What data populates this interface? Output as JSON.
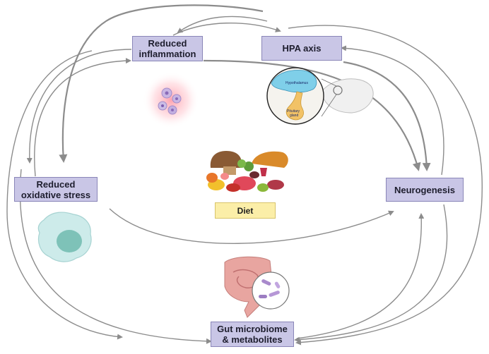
{
  "nodes": {
    "reduced_inflammation": "Reduced\ninflammation",
    "hpa_axis": "HPA axis",
    "reduced_oxidative_stress": "Reduced\noxidative stress",
    "neurogenesis": "Neurogenesis",
    "gut_microbiome": "Gut microbiome\n& metabolites"
  },
  "center_label": "Diet",
  "brain_labels": {
    "hypothalamus": "Hypothalamus",
    "pituitary": "Pituitary\ngland"
  },
  "colors": {
    "node_fill": "#c9c6e6",
    "node_border": "#8a86b8",
    "diet_fill": "#fbeea8",
    "arrow": "#8c8c8c"
  }
}
